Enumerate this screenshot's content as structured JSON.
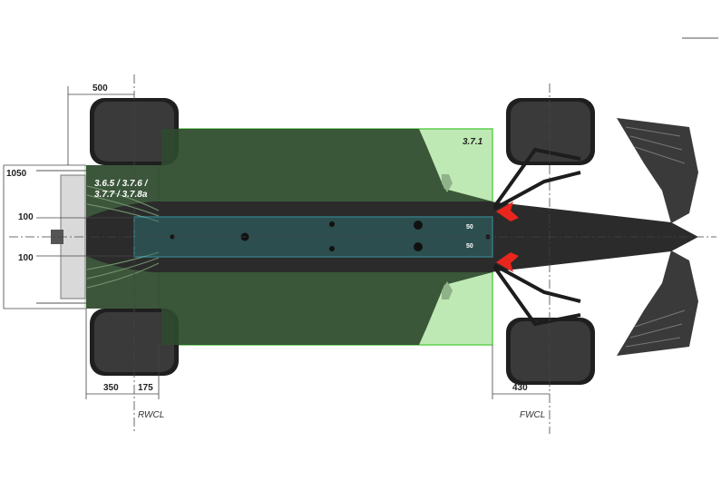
{
  "dimensions": {
    "rear_overhang": "500",
    "rear_wing_width": "1050",
    "upper_offset": "100",
    "lower_offset": "100",
    "rear_bottom_left": "350",
    "rear_bottom_right": "175",
    "front_bottom": "430"
  },
  "reference_lines": {
    "rear": "RWCL",
    "front": "FWCL"
  },
  "article_labels": {
    "rear_zone_line1": "3.6.5 / 3.7.6 /",
    "rear_zone_line2": "3.7.7 / 3.7.8a",
    "floor_zone": "3.7.1"
  },
  "point_labels": {
    "upper": "50",
    "lower": "50"
  },
  "colors": {
    "zone_green": "#5fcf4f",
    "zone_fill": "#b8e8ad",
    "plank_cyan": "#3ab7c9",
    "arrow_red": "#e8261e",
    "body_dark": "#2e2e2e"
  }
}
